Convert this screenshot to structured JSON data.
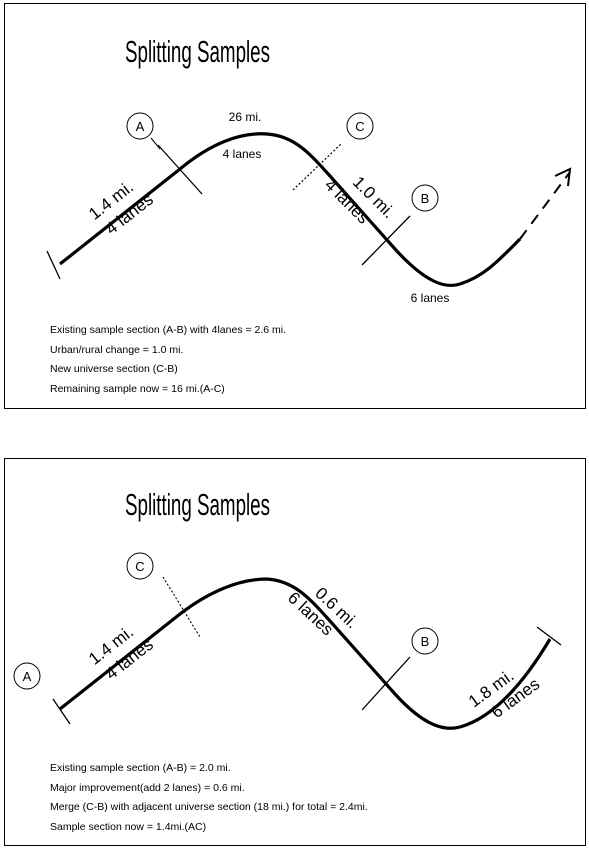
{
  "panel1": {
    "title": "Splitting Samples",
    "markers": {
      "a": "A",
      "b": "B",
      "c": "C"
    },
    "segments": {
      "left_length": "1.4 mi.",
      "left_lanes": "4 lanes",
      "top_length": "26 mi.",
      "top_lanes": "4 lanes",
      "mid_length": "1.0 mi.",
      "mid_lanes": "4 lanes",
      "bottom_lanes": "6 lanes"
    },
    "notes": [
      "Existing sample section (A-B) with 4lanes = 2.6 mi.",
      "Urban/rural change = 1.0 mi.",
      "New universe section (C-B)",
      "Remaining sample now = 16 mi.(A-C)"
    ]
  },
  "panel2": {
    "title": "Splitting Samples",
    "markers": {
      "a": "A",
      "b": "B",
      "c": "C"
    },
    "segments": {
      "left_length": "1.4 mi.",
      "left_lanes": "4 lanes",
      "mid_length": "0.6 mi.",
      "mid_lanes": "6 lanes",
      "right_length": "1.8 mi.",
      "right_lanes": "6 lanes"
    },
    "notes": [
      "Existing sample section (A-B) = 2.0 mi.",
      "Major improvement(add 2 lanes) = 0.6 mi.",
      "Merge (C-B) with adjacent universe section (18 mi.) for total = 2.4mi.",
      "Sample section now = 1.4mi.(AC)"
    ]
  }
}
